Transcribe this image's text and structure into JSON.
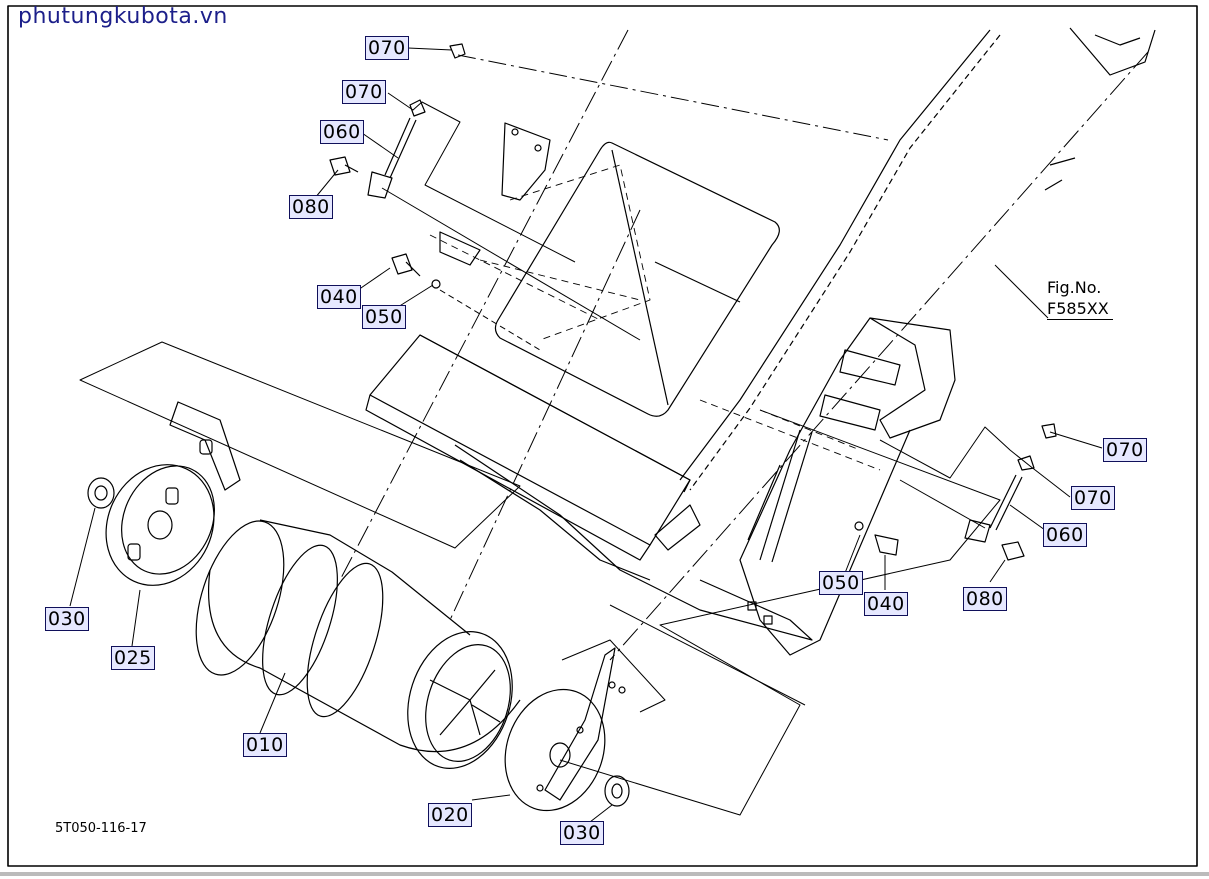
{
  "watermark": "phutungkubota.vn",
  "figure_reference": {
    "line1": "Fig.No.",
    "line2": "F585XX"
  },
  "drawing_number": "5T050-116-17",
  "callouts": [
    {
      "id": "c070-top",
      "label": "070"
    },
    {
      "id": "c070-a",
      "label": "070"
    },
    {
      "id": "c060-a",
      "label": "060"
    },
    {
      "id": "c080-a",
      "label": "080"
    },
    {
      "id": "c040-a",
      "label": "040"
    },
    {
      "id": "c050-a",
      "label": "050"
    },
    {
      "id": "c070-right1",
      "label": "070"
    },
    {
      "id": "c070-right2",
      "label": "070"
    },
    {
      "id": "c060-b",
      "label": "060"
    },
    {
      "id": "c050-b",
      "label": "050"
    },
    {
      "id": "c040-b",
      "label": "040"
    },
    {
      "id": "c080-b",
      "label": "080"
    },
    {
      "id": "c030-a",
      "label": "030"
    },
    {
      "id": "c025",
      "label": "025"
    },
    {
      "id": "c010",
      "label": "010"
    },
    {
      "id": "c020",
      "label": "020"
    },
    {
      "id": "c030-b",
      "label": "030"
    }
  ]
}
